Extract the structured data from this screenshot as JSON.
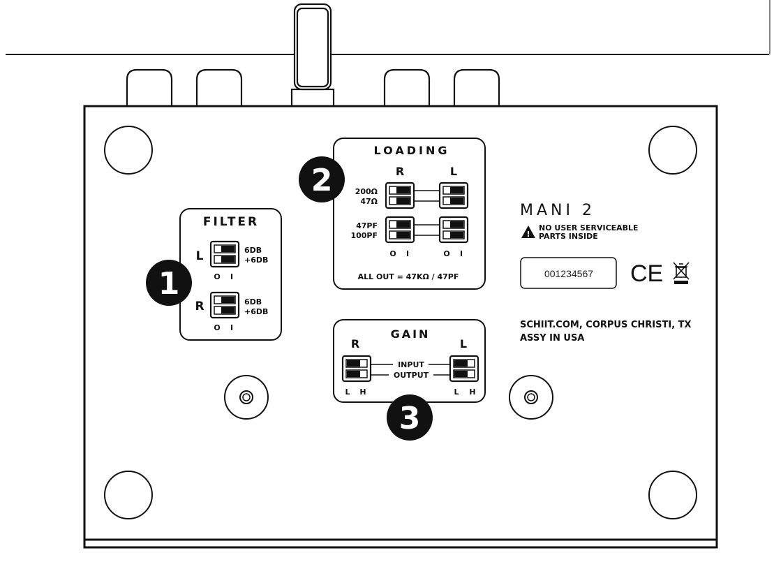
{
  "filter": {
    "title": "FILTER",
    "channel_l": "L",
    "channel_r": "R",
    "opt1": "6DB",
    "opt2": "+6DB",
    "pos0": "O",
    "pos1": "I"
  },
  "loading": {
    "title": "LOADING",
    "col_r": "R",
    "col_l": "L",
    "row1_top": "200Ω",
    "row1_bottom": "47Ω",
    "row2_top": "47PF",
    "row2_bottom": "100PF",
    "pos0": "O",
    "pos1": "I",
    "footer": "ALL OUT = 47KΩ / 47PF"
  },
  "gain": {
    "title": "GAIN",
    "col_r": "R",
    "col_l": "L",
    "input": "INPUT",
    "output": "OUTPUT",
    "low": "L",
    "high": "H"
  },
  "callouts": {
    "one": "1",
    "two": "2",
    "three": "3"
  },
  "product": {
    "name": "MANI 2",
    "warning_line1": "NO USER SERVICEABLE",
    "warning_line2": "PARTS INSIDE",
    "warning_mark": "!",
    "serial": "001234567",
    "ce_mark": "CE",
    "maker_line1": "SCHIIT.COM, CORPUS CHRISTI, TX",
    "maker_line2": "ASSY IN USA"
  }
}
